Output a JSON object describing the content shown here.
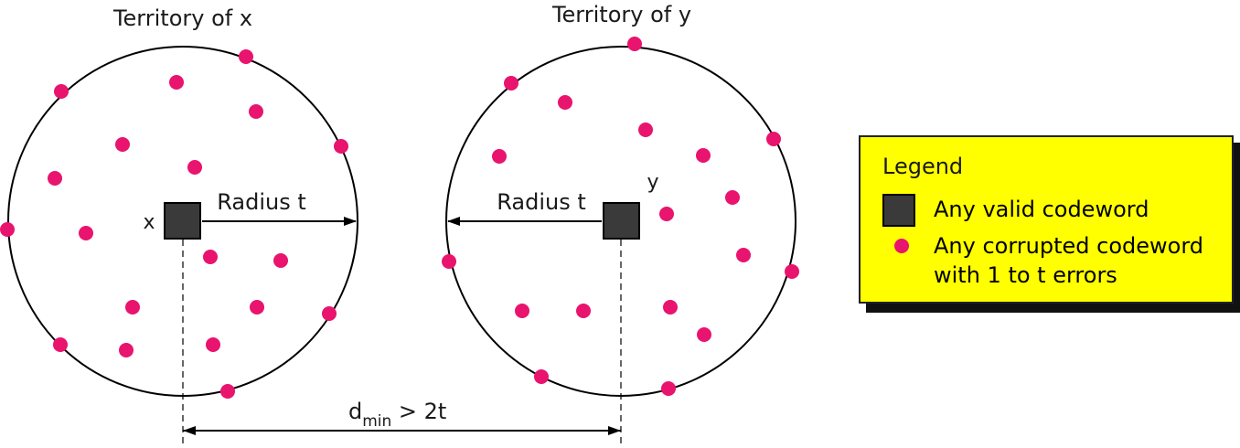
{
  "territories": [
    {
      "title": "Territory of x",
      "center_label": "x",
      "radius_label": "Radius t"
    },
    {
      "title": "Territory of y",
      "center_label": "y",
      "radius_label": "Radius t"
    }
  ],
  "distance_label": {
    "main": "d",
    "subscript": "min",
    "rest": " > 2t"
  },
  "legend": {
    "title": "Legend",
    "valid_label": "Any valid codeword",
    "corrupted_label_line1": "Any corrupted codeword",
    "corrupted_label_line2": "with 1 to t errors"
  },
  "colors": {
    "corrupted_dot": "#e8146e",
    "codeword_square": "#3a3a3a",
    "legend_background": "#ffff00"
  },
  "icons": {
    "valid": "square-icon",
    "corrupted": "dot-icon"
  }
}
